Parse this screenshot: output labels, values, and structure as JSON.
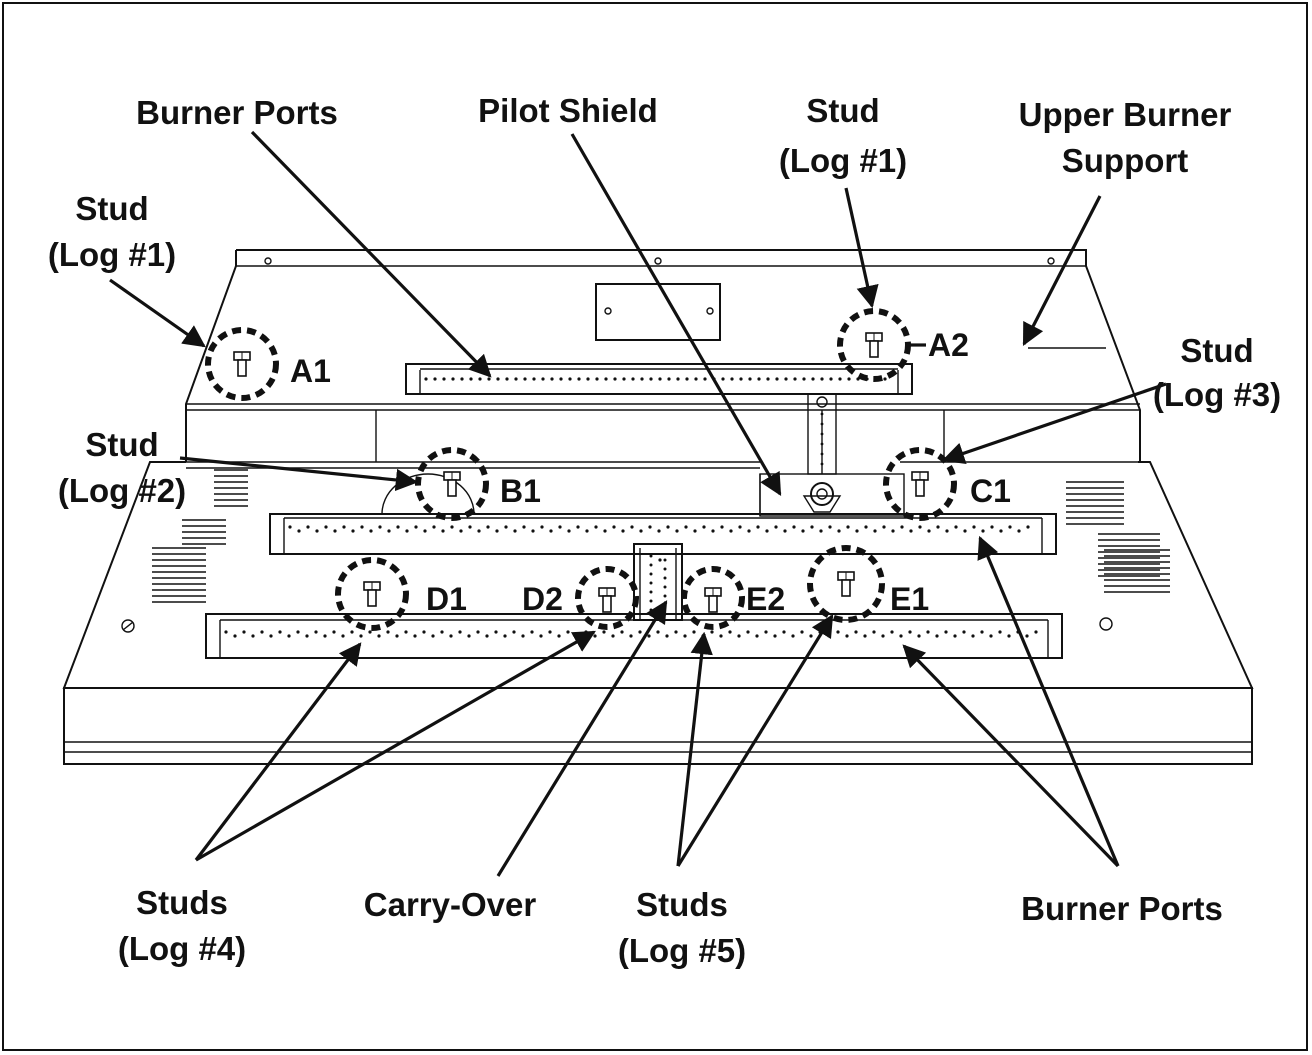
{
  "labels": {
    "burner_ports_top": "Burner Ports",
    "pilot_shield": "Pilot Shield",
    "stud_a2_line1": "Stud",
    "stud_a2_line2": "(Log #1)",
    "upper_support_line1": "Upper Burner",
    "upper_support_line2": "Support",
    "stud_a1_line1": "Stud",
    "stud_a1_line2": "(Log #1)",
    "stud_c1_line1": "Stud",
    "stud_c1_line2": "(Log #3)",
    "stud_b1_line1": "Stud",
    "stud_b1_line2": "(Log #2)",
    "studs_log4_line1": "Studs",
    "studs_log4_line2": "(Log #4)",
    "carry_over": "Carry-Over",
    "studs_log5_line1": "Studs",
    "studs_log5_line2": "(Log #5)",
    "burner_ports_bottom": "Burner Ports"
  },
  "stud_ids": {
    "a1": "A1",
    "a2": "A2",
    "b1": "B1",
    "c1": "C1",
    "d1": "D1",
    "d2": "D2",
    "e2": "E2",
    "e1": "E1"
  }
}
